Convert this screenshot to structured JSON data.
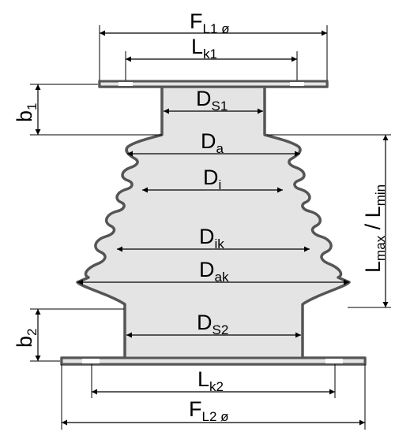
{
  "labels": {
    "fl1": {
      "main": "F",
      "sub": "L1 ø"
    },
    "lk1": {
      "main": "L",
      "sub": "k1"
    },
    "b1": {
      "main": "b",
      "sub": "1"
    },
    "ds1": {
      "main": "D",
      "sub": "S1"
    },
    "da": {
      "main": "D",
      "sub": "a"
    },
    "di": {
      "main": "D",
      "sub": "i"
    },
    "dik": {
      "main": "D",
      "sub": "ik"
    },
    "dak": {
      "main": "D",
      "sub": "ak"
    },
    "ds2": {
      "main": "D",
      "sub": "S2"
    },
    "b2": {
      "main": "b",
      "sub": "2"
    },
    "lk2": {
      "main": "L",
      "sub": "k2"
    },
    "fl2": {
      "main": "F",
      "sub": "L2 ø"
    },
    "lmax": {
      "main1": "L",
      "sub1": "max",
      "sep": " / ",
      "main2": "L",
      "sub2": "min"
    }
  },
  "colors": {
    "body_fill": "#e4e4e4",
    "outline": "#555555",
    "line": "#000000"
  }
}
